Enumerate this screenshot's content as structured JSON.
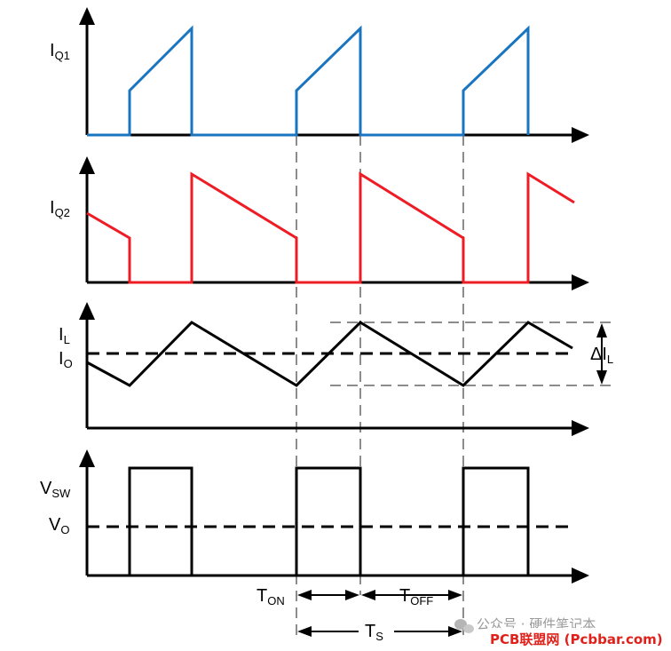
{
  "labels": {
    "iq1": {
      "main": "I",
      "sub": "Q1"
    },
    "iq2": {
      "main": "I",
      "sub": "Q2"
    },
    "il": {
      "main": "I",
      "sub": "L"
    },
    "io": {
      "main": "I",
      "sub": "O"
    },
    "delta_il": {
      "main": "ΔI",
      "sub": "L"
    },
    "vsw": {
      "main": "V",
      "sub": "SW"
    },
    "vo": {
      "main": "V",
      "sub": "O"
    },
    "ton": {
      "main": "T",
      "sub": "ON"
    },
    "toff": {
      "main": "T",
      "sub": "OFF"
    },
    "ts": {
      "main": "T",
      "sub": "S"
    }
  },
  "watermark": {
    "wechat": "公众号 · 硬件笔记本",
    "site": "PCB联盟网 (Pcbbar.com)"
  },
  "colors": {
    "q1_current": "#1a75c0",
    "q2_current": "#ee1c24",
    "inductor_current": "#000000",
    "switch_voltage": "#000000",
    "guide_lines": "#8c8c8c",
    "axes": "#000000"
  }
}
